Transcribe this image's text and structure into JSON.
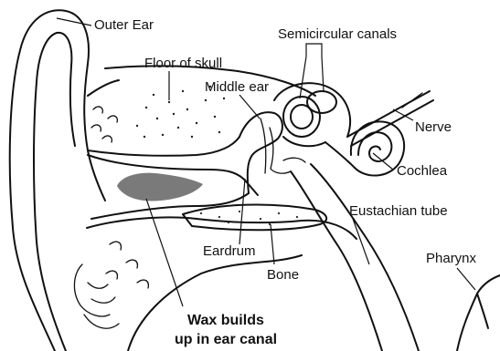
{
  "labels": {
    "outer_ear": "Outer Ear",
    "semicircular_canals": "Semicircular canals",
    "floor_of_skull": "Floor of skull",
    "middle_ear": "Middle ear",
    "nerve": "Nerve",
    "cochlea": "Cochlea",
    "eustachian_tube": "Eustachian tube",
    "pharynx": "Pharynx",
    "eardrum": "Eardrum",
    "bone": "Bone",
    "wax_line1": "Wax builds",
    "wax_line2": "up in ear canal"
  },
  "colors": {
    "ink": "#111111",
    "wax": "#7a7a7a",
    "background": "#ffffff"
  }
}
